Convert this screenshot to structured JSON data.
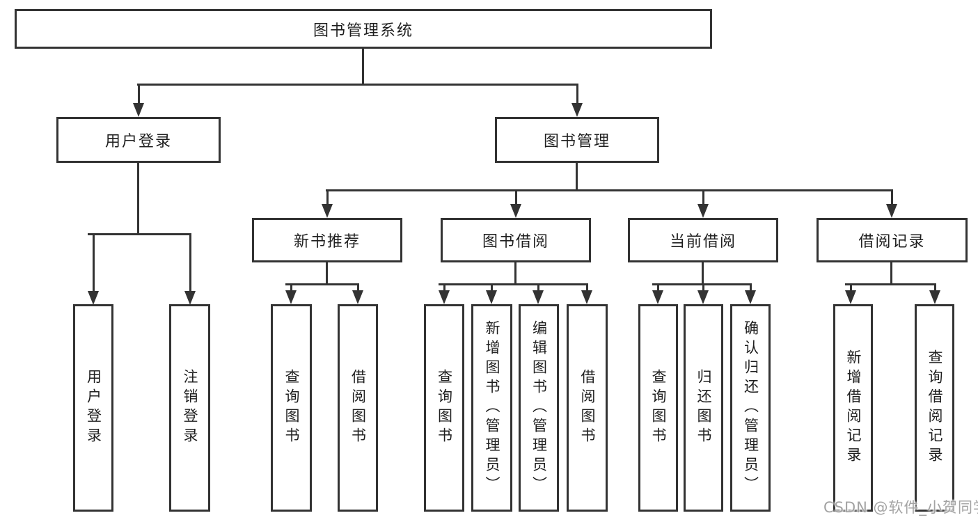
{
  "diagram": {
    "root": {
      "label": "图书管理系统"
    },
    "branches": [
      {
        "label": "用户登录",
        "leaves": [
          {
            "label": "用户登录"
          },
          {
            "label": "注销登录"
          }
        ]
      },
      {
        "label": "图书管理",
        "sections": [
          {
            "label": "新书推荐",
            "leaves": [
              {
                "label": "查询图书"
              },
              {
                "label": "借阅图书"
              }
            ]
          },
          {
            "label": "图书借阅",
            "leaves": [
              {
                "label": "查询图书"
              },
              {
                "label": "新增图书（管理员）"
              },
              {
                "label": "编辑图书（管理员）"
              },
              {
                "label": "借阅图书"
              }
            ]
          },
          {
            "label": "当前借阅",
            "leaves": [
              {
                "label": "查询图书"
              },
              {
                "label": "归还图书"
              },
              {
                "label": "确认归还（管理员）"
              }
            ]
          },
          {
            "label": "借阅记录",
            "leaves": [
              {
                "label": "新增借阅记录"
              },
              {
                "label": "查询借阅记录"
              }
            ]
          }
        ]
      }
    ],
    "style": {
      "line_color": "#333333",
      "box_border_color": "#333333",
      "text_color": "#1f1f1f",
      "background": "#ffffff"
    }
  },
  "watermark": {
    "text": "CSDN @软件_小贺同学",
    "color": "#a3a3a3"
  }
}
